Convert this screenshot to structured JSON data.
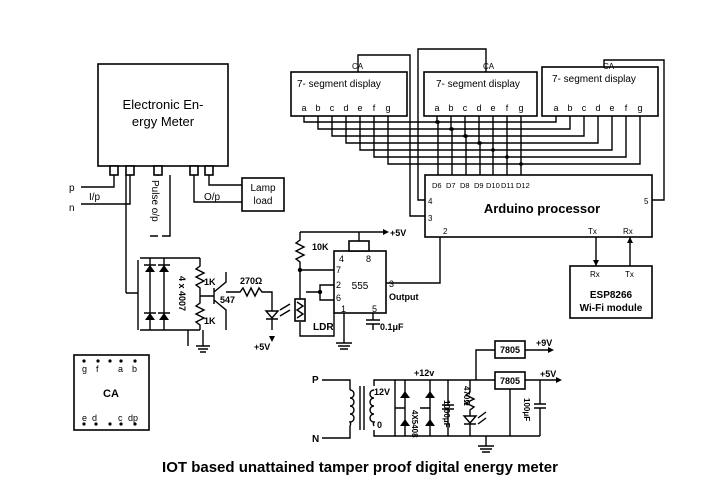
{
  "meter": {
    "title_line1": "Electronic En-",
    "title_line2": "ergy Meter"
  },
  "terminals": {
    "p": "p",
    "n": "n",
    "ip": "I/p",
    "op": "O/p",
    "pulse": "Pulse o/p"
  },
  "lamp": {
    "line1": "Lamp",
    "line2": "load"
  },
  "displays": [
    {
      "title": "7- segment display",
      "ca": "CA"
    },
    {
      "title": "7- segment display",
      "ca": "CA"
    },
    {
      "title": "7- segment display",
      "ca": "CA"
    }
  ],
  "segments": [
    "a",
    "b",
    "c",
    "d",
    "e",
    "f",
    "g"
  ],
  "arduino": {
    "title": "Arduino processor",
    "pins": [
      "D6",
      "D7",
      "D8",
      "D9",
      "D10",
      "D11",
      "D12"
    ],
    "pin4": "4",
    "pin3": "3",
    "pin2": "2",
    "pin5": "5",
    "tx": "Tx",
    "rx": "Rx"
  },
  "esp": {
    "line1": "ESP8266",
    "line2": "Wi-Fi module",
    "rx": "Rx",
    "tx": "Tx"
  },
  "timer": {
    "chip": "555",
    "r": "10K",
    "plus5v": "+5V",
    "output": "Output",
    "ldr": "LDR",
    "cap": "0.1μF",
    "p4": "4",
    "p8": "8",
    "p7": "7",
    "p2": "2",
    "p6": "6",
    "p1": "1",
    "p5": "5",
    "p3": "3"
  },
  "sensor": {
    "bridge": "4 x 4007",
    "r1": "1K",
    "r2": "1K",
    "transistor": "547",
    "r3": "270Ω",
    "plus5v": "+5V"
  },
  "ca_pin": {
    "title": "CA",
    "top": [
      "g",
      "f",
      "a",
      "b"
    ],
    "bottom": [
      "e",
      "d",
      "c",
      "dp"
    ]
  },
  "psu": {
    "p": "P",
    "n": "N",
    "sec1": "12V",
    "sec0": "0",
    "diodes": "4X5408",
    "cap1": "1000μF",
    "plus12": "+12v",
    "r": "470Ω",
    "reg1": "7805",
    "reg2": "7805",
    "plus9": "+9V",
    "plus5": "+5V",
    "cap2": "100μF"
  },
  "caption": "IOT based unattained tamper proof digital energy meter"
}
